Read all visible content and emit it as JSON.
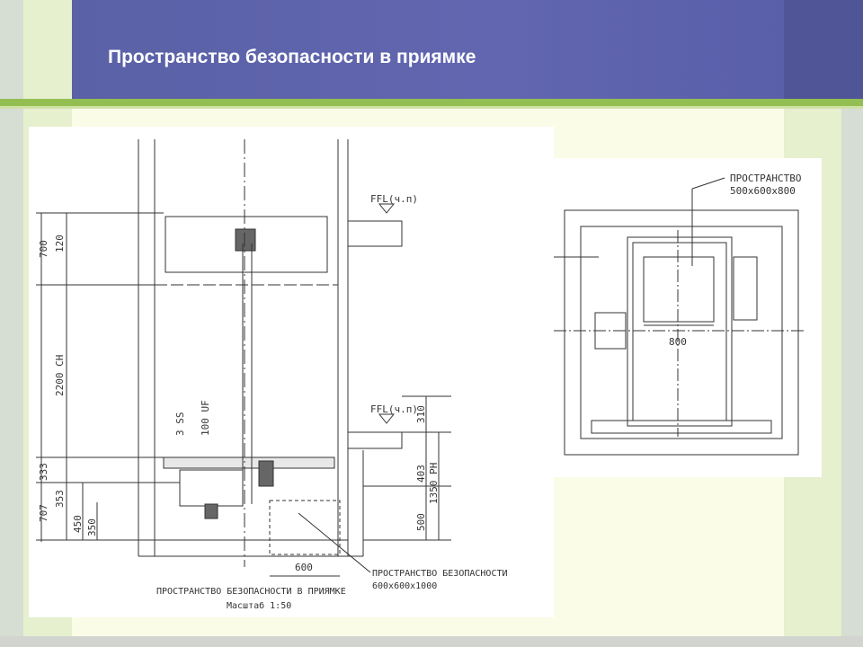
{
  "slide": {
    "title": "Пространство безопасности в приямке"
  },
  "left_drawing": {
    "dims_vertical_outer": [
      "700",
      "333",
      "707"
    ],
    "dims_vertical_inner": [
      "120",
      "2200 CH",
      "353",
      "450",
      "350"
    ],
    "dims_mid": [
      "3 SS",
      "100 UF"
    ],
    "dims_right": [
      "310",
      "403",
      "500",
      "1350 PH"
    ],
    "ffl_top": "FFL(ч.п)",
    "ffl_bottom": "FFL(ч.п)",
    "dim_bottom": "600",
    "space_label_line1": "ПРОСТРАНСТВО БЕЗОПАСНОСТИ",
    "space_label_line2": "600х600х1000",
    "caption_line1": "ПРОСТРАНСТВО БЕЗОПАСНОСТИ В ПРИЯМКЕ",
    "caption_line2": "Масштаб 1:50"
  },
  "right_drawing": {
    "label_line1": "ПРОСТРАНСТВО",
    "label_line2": "500х600х800",
    "dim_800": "800"
  },
  "colors": {
    "header": "#6266b0",
    "accent_rule": "#93bf52",
    "background": "#fbfce8",
    "side_band": "#e6efce"
  }
}
